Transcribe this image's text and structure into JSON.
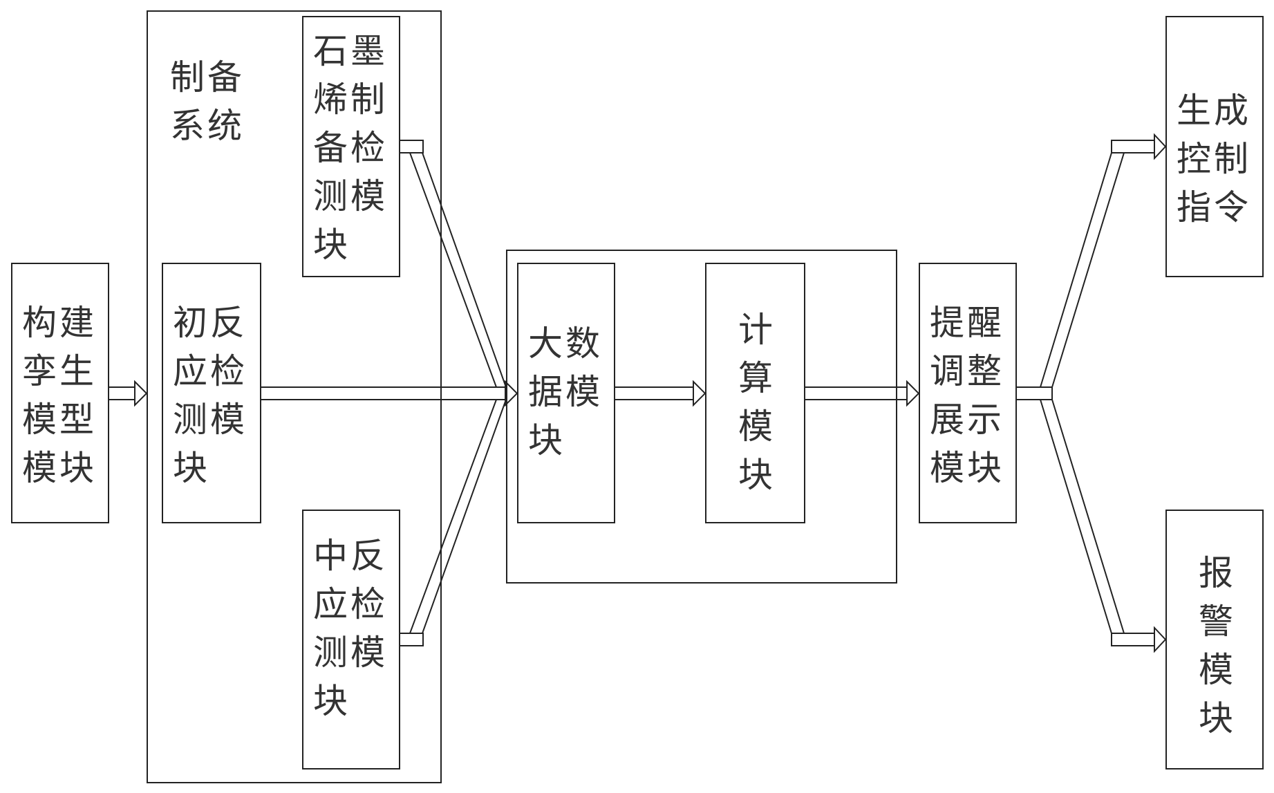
{
  "diagram": {
    "blocks": {
      "twin_model": "构建孪生模型模块",
      "prep_system": "制备系统",
      "graphene_detect": "石墨烯制备检测模块",
      "initial_reaction": "初反应检测模块",
      "mid_reaction": "中反应检测模块",
      "big_data": "大数据模块",
      "compute": "计算模块",
      "reminder_display": "提醒调整展示模块",
      "control_cmd": "生成控制指令",
      "alarm": "报警模块"
    },
    "edges": [
      {
        "from": "构建孪生模型模块",
        "to": "制备系统"
      },
      {
        "from": "石墨烯制备检测模块",
        "to": "大数据模块"
      },
      {
        "from": "初反应检测模块",
        "to": "大数据模块"
      },
      {
        "from": "中反应检测模块",
        "to": "大数据模块"
      },
      {
        "from": "大数据模块",
        "to": "计算模块"
      },
      {
        "from": "计算模块",
        "to": "提醒调整展示模块"
      },
      {
        "from": "提醒调整展示模块",
        "to": "生成控制指令"
      },
      {
        "from": "提醒调整展示模块",
        "to": "报警模块"
      }
    ]
  }
}
